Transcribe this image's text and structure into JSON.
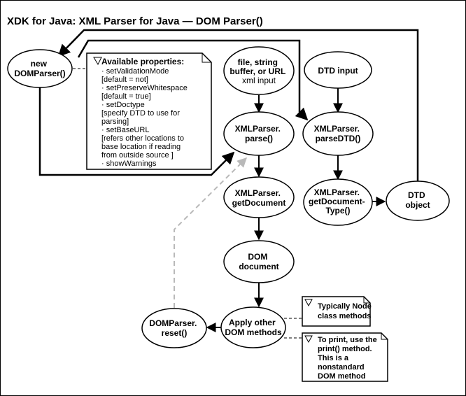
{
  "title": "XDK for Java: XML Parser for Java — DOM Parser()",
  "nodes": {
    "new_domparser": [
      "new",
      "DOMParser()"
    ],
    "file_input_bold": [
      "file, string",
      "buffer, or URL"
    ],
    "file_input_normal": "xml input",
    "dtd_input": "DTD input",
    "xmlparser_parse": [
      "XMLParser.",
      "parse()"
    ],
    "xmlparser_parsedtd": [
      "XMLParser.",
      "parseDTD()"
    ],
    "xmlparser_getdocument": [
      "XMLParser.",
      "getDocument"
    ],
    "xmlparser_getdocumenttype": [
      "XMLParser.",
      "getDocument-",
      "Type()"
    ],
    "dtd_object": [
      "DTD",
      "object"
    ],
    "dom_document": [
      "DOM",
      "document"
    ],
    "apply_dom_methods": [
      "Apply other",
      "DOM methods"
    ],
    "domparser_reset": [
      "DOMParser.",
      "reset()"
    ]
  },
  "notes": {
    "properties_heading": "Available properties:",
    "properties_lines": [
      "· setValidationMode",
      "  [default = not]",
      "· setPreserveWhitespace",
      "  [default = true]",
      "· setDoctype",
      "  [specify DTD to use for",
      "  parsing]",
      "· setBaseURL",
      "  [refers other locations to",
      "  base location if reading",
      "  from outside source ]",
      "· showWarnings"
    ],
    "node_methods": [
      "Typically Node",
      "class methods"
    ],
    "print_method": [
      "To print, use the",
      "print() method.",
      "This is a",
      "nonstandard",
      "DOM method"
    ]
  }
}
